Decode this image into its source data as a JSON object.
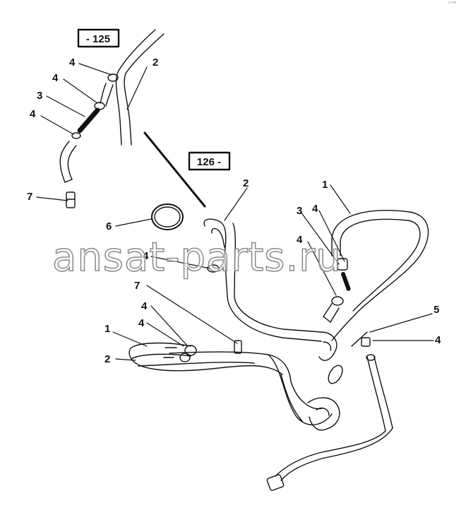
{
  "corner_mark": "ᵖ ⁿⁿⁿ",
  "watermark": "ansat-parts.ru",
  "frames": {
    "top_left": "- 125",
    "middle": "126 -"
  },
  "callouts": {
    "c4a": "4",
    "c2a": "2",
    "c4b": "4",
    "c3a": "3",
    "c4c": "4",
    "c7a": "7",
    "c2b": "2",
    "c1a": "1",
    "c6": "6",
    "c4d": "4",
    "c3b": "3",
    "c4e": "4",
    "c4f": "4",
    "c7b": "7",
    "c4g": "4",
    "c5": "5",
    "c4h": "4",
    "c1b": "1",
    "c4i": "4",
    "c2c": "2"
  },
  "colors": {
    "line": "#111111",
    "watermark_outline": "#8a8a8a"
  }
}
